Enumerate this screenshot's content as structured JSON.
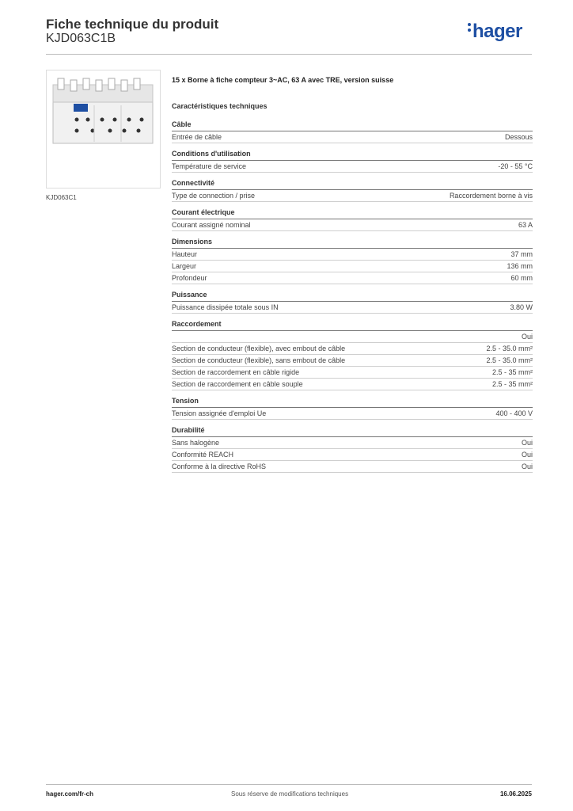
{
  "header": {
    "title": "Fiche technique du produit",
    "code": "KJD063C1B",
    "logo_text": "hager"
  },
  "image": {
    "caption": "KJD063C1"
  },
  "product": {
    "description": "15 x Borne à fiche compteur 3~AC, 63 A avec TRE, version suisse",
    "spec_heading": "Caractéristiques techniques"
  },
  "groups": [
    {
      "title": "Câble",
      "rows": [
        {
          "label": "Entrée de câble",
          "value": "Dessous"
        }
      ]
    },
    {
      "title": "Conditions d'utilisation",
      "rows": [
        {
          "label": "Température de service",
          "value": "-20 - 55 °C"
        }
      ]
    },
    {
      "title": "Connectivité",
      "rows": [
        {
          "label": "Type de connection / prise",
          "value": "Raccordement borne à vis"
        }
      ]
    },
    {
      "title": "Courant électrique",
      "rows": [
        {
          "label": "Courant assigné nominal",
          "value": "63 A"
        }
      ]
    },
    {
      "title": "Dimensions",
      "rows": [
        {
          "label": "Hauteur",
          "value": "37 mm"
        },
        {
          "label": "Largeur",
          "value": "136 mm"
        },
        {
          "label": "Profondeur",
          "value": "60 mm"
        }
      ]
    },
    {
      "title": "Puissance",
      "rows": [
        {
          "label": "Puissance dissipée totale sous IN",
          "value": "3.80 W"
        }
      ]
    },
    {
      "title": "Raccordement",
      "rows": [
        {
          "label": "",
          "value": "Oui"
        },
        {
          "label": "Section de conducteur (flexible), avec embout de câble",
          "value": "2.5 - 35.0 mm²"
        },
        {
          "label": "Section de conducteur (flexible), sans embout de câble",
          "value": "2.5 - 35.0 mm²"
        },
        {
          "label": "Section de raccordement en câble rigide",
          "value": "2.5 - 35 mm²"
        },
        {
          "label": "Section de raccordement en câble souple",
          "value": "2.5 - 35 mm²"
        }
      ]
    },
    {
      "title": "Tension",
      "rows": [
        {
          "label": "Tension assignée d'emploi Ue",
          "value": "400 - 400 V"
        }
      ]
    },
    {
      "title": "Durabilité",
      "rows": [
        {
          "label": "Sans halogène",
          "value": "Oui"
        },
        {
          "label": "Conformité REACH",
          "value": "Oui"
        },
        {
          "label": "Conforme à la directive RoHS",
          "value": "Oui"
        }
      ]
    }
  ],
  "footer": {
    "website": "hager.com/fr-ch",
    "notice": "Sous réserve de modifications techniques",
    "date": "16.06.2025"
  },
  "colors": {
    "brand": "#1e4fa3"
  }
}
